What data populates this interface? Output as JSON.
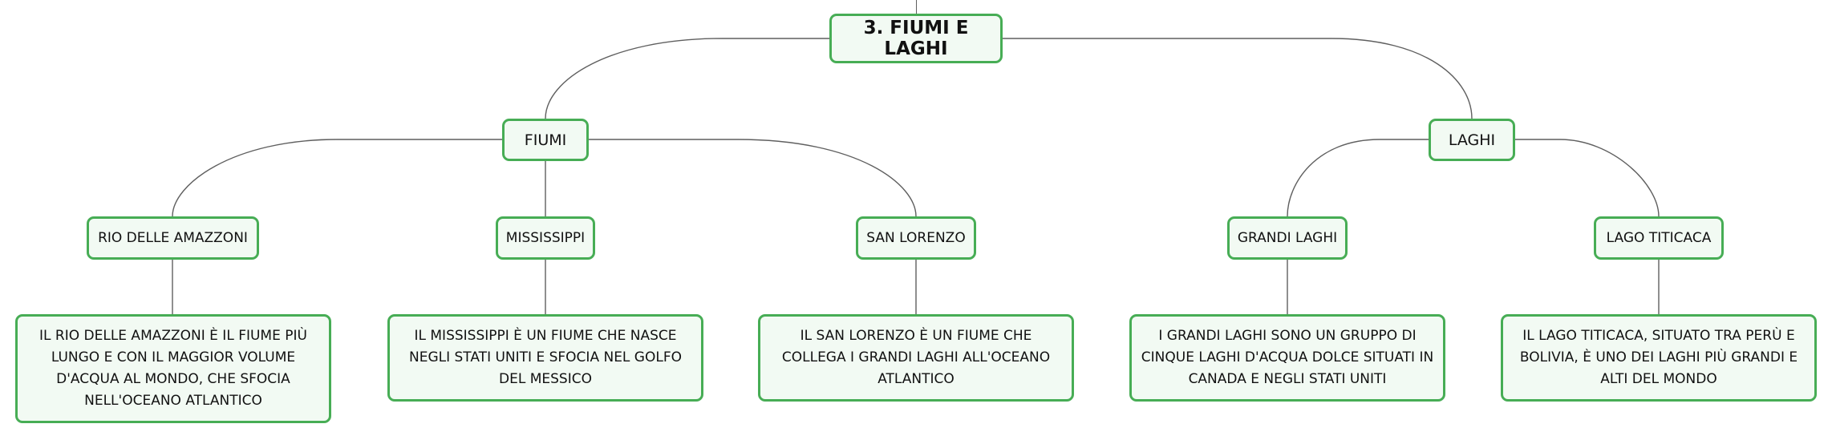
{
  "root": {
    "label": "3. FIUMI E LAGHI"
  },
  "branches": {
    "fiumi": {
      "label": "FIUMI",
      "items": [
        {
          "label": "RIO DELLE AMAZZONI",
          "description": "IL RIO DELLE AMAZZONI È IL FIUME PIÙ LUNGO E CON IL MAGGIOR VOLUME D'ACQUA AL MONDO, CHE SFOCIA NELL'OCEANO ATLANTICO"
        },
        {
          "label": "MISSISSIPPI",
          "description": "IL MISSISSIPPI È UN FIUME CHE NASCE NEGLI STATI UNITI E SFOCIA NEL GOLFO DEL MESSICO"
        },
        {
          "label": "SAN LORENZO",
          "description": "IL SAN LORENZO È UN FIUME CHE COLLEGA I GRANDI LAGHI ALL'OCEANO ATLANTICO"
        }
      ]
    },
    "laghi": {
      "label": "LAGHI",
      "items": [
        {
          "label": "GRANDI LAGHI",
          "description": "I GRANDI LAGHI SONO UN GRUPPO DI CINQUE LAGHI D'ACQUA DOLCE SITUATI IN CANADA E NEGLI STATI UNITI"
        },
        {
          "label": "LAGO TITICACA",
          "description": "IL LAGO TITICACA, SITUATO TRA PERÙ E BOLIVIA, È UNO DEI LAGHI PIÙ GRANDI E ALTI DEL MONDO"
        }
      ]
    }
  },
  "colors": {
    "node_border": "#47ad55",
    "node_fill": "#f2faf3",
    "connector": "#5f5f5f"
  }
}
